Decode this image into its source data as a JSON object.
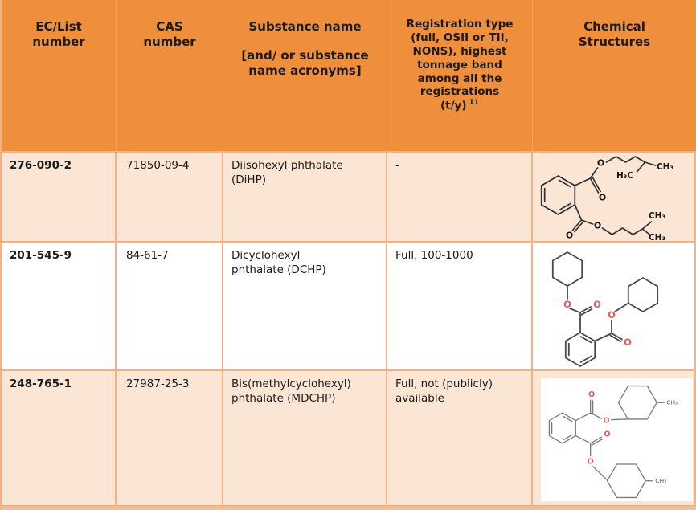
{
  "colors": {
    "header_bg": "#EF8F3C",
    "row_peach": "#FBE5D5",
    "row_white": "#FFFFFF",
    "border": "#F4B183",
    "border_soft": "#F6BE93",
    "header_divider": "#F3A35F",
    "oxygen_red": "#DE5F5F",
    "bond_dark": "#2F2F2F",
    "bond_mid": "#4A4A4A",
    "bond_light": "#7A7A7A",
    "text": "#1B1B1B"
  },
  "atoms": {
    "oxygen": "O",
    "methyl": "CH₃",
    "methyl_left": "H₃C"
  },
  "table": {
    "headers": {
      "ec": "EC/List number",
      "cas": "CAS number",
      "name": "Substance name",
      "name_sub": "[and/ or substance name acronyms]",
      "registration": "Registration type (full, OSII or TII, NONS), highest tonnage band among all the registrations (t/y)",
      "registration_sup": "11",
      "structures": "Chemical Structures"
    },
    "rows": [
      {
        "ec": "276-090-2",
        "cas": "71850-09-4",
        "name": "Diisohexyl phthalate (DiHP)",
        "registration": "-",
        "structure": "Diisohexyl phthalate chemical structure"
      },
      {
        "ec": "201-545-9",
        "cas": "84-61-7",
        "name": "Dicyclohexyl phthalate (DCHP)",
        "registration": "Full, 100-1000",
        "structure": "Dicyclohexyl phthalate chemical structure"
      },
      {
        "ec": "248-765-1",
        "cas": "27987-25-3",
        "name": "Bis(methylcyclohexyl) phthalate (MDCHP)",
        "registration": "Full, not (publicly) available",
        "structure": "Bis(methylcyclohexyl) phthalate chemical structure"
      }
    ]
  }
}
